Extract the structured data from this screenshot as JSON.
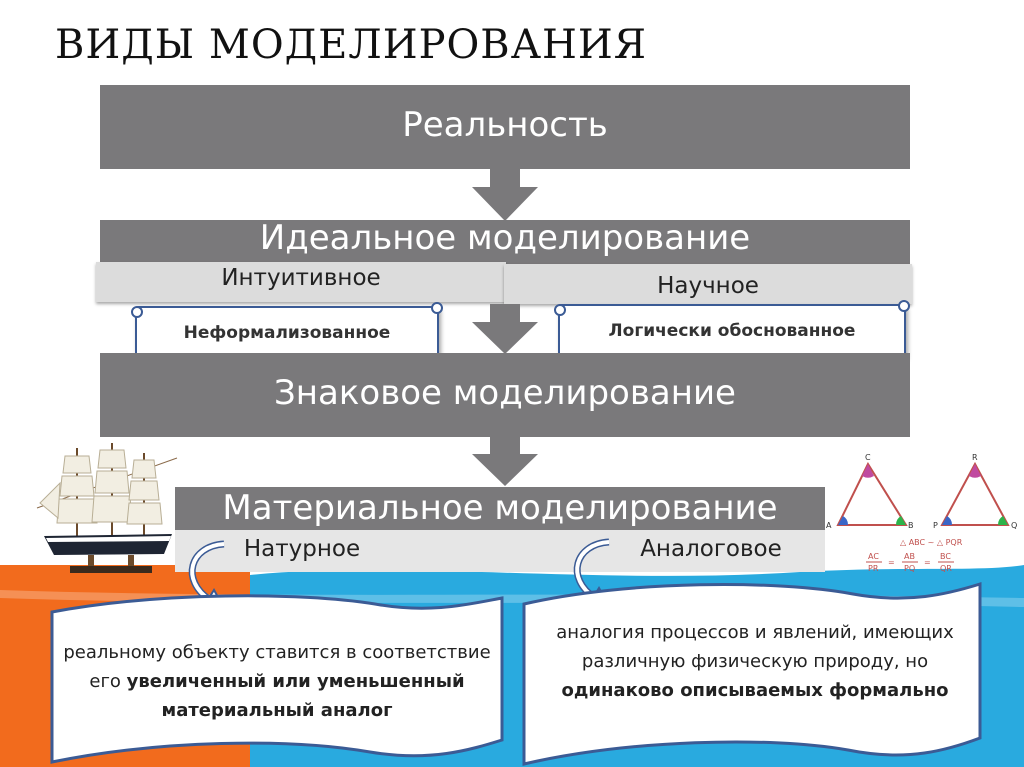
{
  "slide": {
    "title": "ВИДЫ МОДЕЛИРОВАНИЯ"
  },
  "levels": {
    "reality": "Реальность",
    "ideal": "Идеальное моделирование",
    "sign": "Знаковое моделирование",
    "material": "Материальное моделирование"
  },
  "ideal_kinds": {
    "intuitive": "Интуитивное",
    "scientific": "Научное",
    "intuitive_note": "Неформализованное",
    "scientific_note": "Логически обоснованное"
  },
  "material_kinds": {
    "natural": "Натурное",
    "analog": "Аналоговое"
  },
  "notes": {
    "natural_text": [
      "реальному объекту ставится в соответствие его ",
      "увеличенный или уменьшенный материальный аналог"
    ],
    "analog_text": [
      "аналогия процессов и явлений, имеющих различную физическую природу, но ",
      "одинаково описываемых формально"
    ]
  },
  "triangles": {
    "left_vertices": [
      "A",
      "B",
      "C"
    ],
    "right_vertices": [
      "P",
      "Q",
      "R"
    ],
    "similarity": "△ ABC ~ △ PQR",
    "ratios": [
      [
        "AC",
        "PR"
      ],
      [
        "AB",
        "PQ"
      ],
      [
        "BC",
        "QR"
      ]
    ]
  },
  "colors": {
    "bar": "#7a797b",
    "orange": "#f26b1d",
    "blue": "#29aadf",
    "card_border": "#3b5b95"
  }
}
